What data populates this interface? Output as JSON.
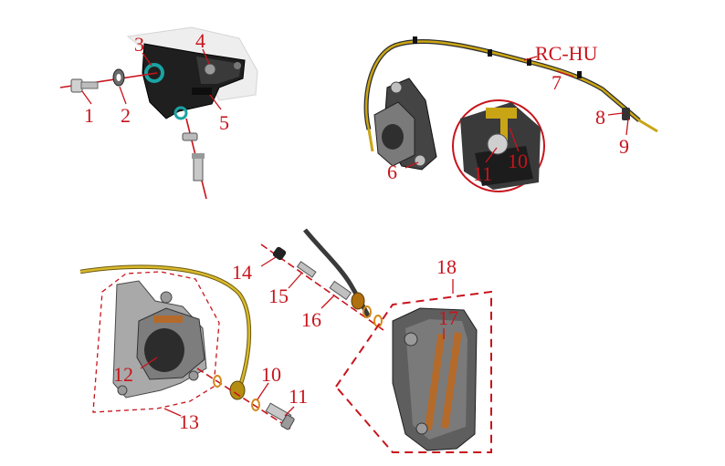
{
  "colors": {
    "callout": "#c8141c",
    "hose_gold": "#c9a516",
    "hose_dark": "#3a3a3a",
    "metal_dark": "#2a2a2a",
    "metal_mid": "#6c6c6c",
    "metal_light": "#b8b8b8",
    "accent_teal": "#1aa3a3",
    "pad_orange": "#b46a2a"
  },
  "labels": {
    "hose_code": "RC-HU",
    "callouts": [
      "1",
      "2",
      "3",
      "4",
      "5",
      "6",
      "7",
      "8",
      "9",
      "10",
      "11",
      "12",
      "13",
      "14",
      "15",
      "16",
      "17",
      "18",
      "10",
      "11"
    ]
  }
}
